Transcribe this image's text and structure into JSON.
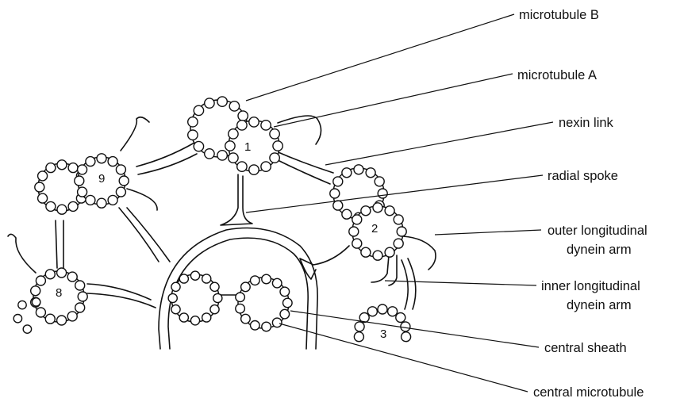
{
  "labels": {
    "microtubule_b": "microtubule B",
    "microtubule_a": "microtubule A",
    "nexin_link": "nexin link",
    "radial_spoke": "radial spoke",
    "outer_arm_line1": "outer longitudinal",
    "outer_arm_line2": "dynein arm",
    "inner_arm_line1": "inner longitudinal",
    "inner_arm_line2": "dynein arm",
    "central_sheath": "central sheath",
    "central_microtubule": "central microtubule"
  },
  "doublet_numbers": {
    "d1": "1",
    "d2": "2",
    "d3": "3",
    "d8": "8",
    "d9": "9"
  }
}
